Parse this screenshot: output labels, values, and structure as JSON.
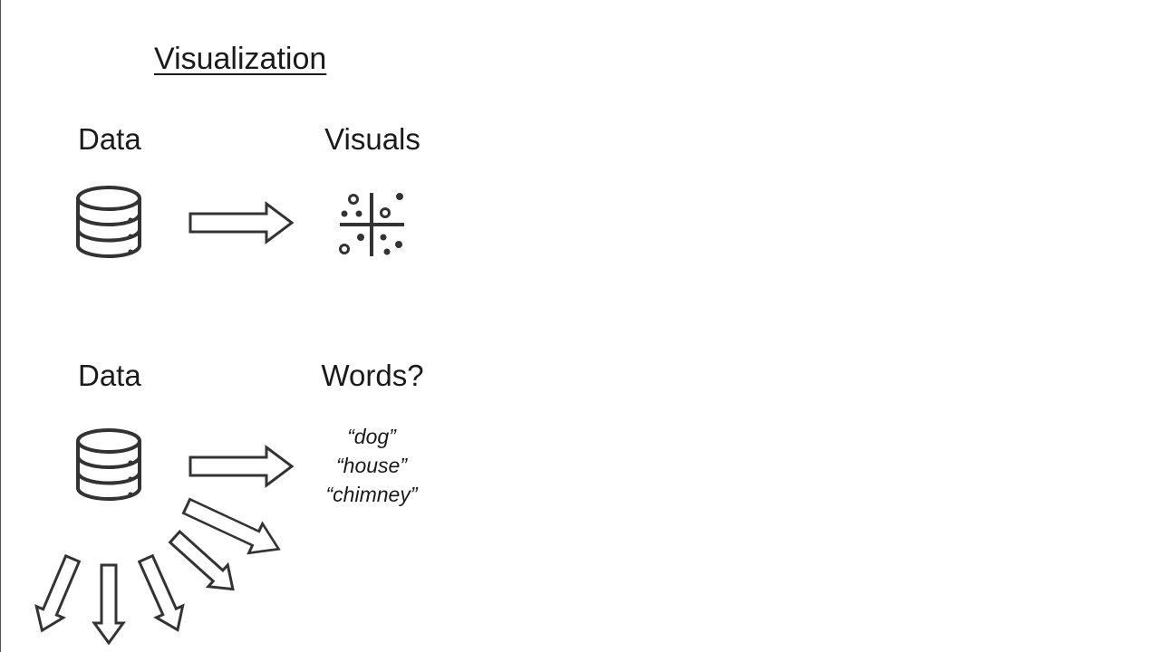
{
  "slide": {
    "title": "Visualization",
    "top_row": {
      "left_label": "Data",
      "right_label": "Visuals",
      "left_icon": "database-icon",
      "right_icon": "scatter-plot-icon"
    },
    "bottom_row": {
      "left_label": "Data",
      "right_label": "Words?",
      "left_icon": "database-icon",
      "words": [
        "“dog”",
        "“house”",
        "“chimney”"
      ]
    },
    "colors": {
      "background": "#ffffff",
      "stroke": "#333333",
      "text": "#1a1a1a"
    }
  }
}
